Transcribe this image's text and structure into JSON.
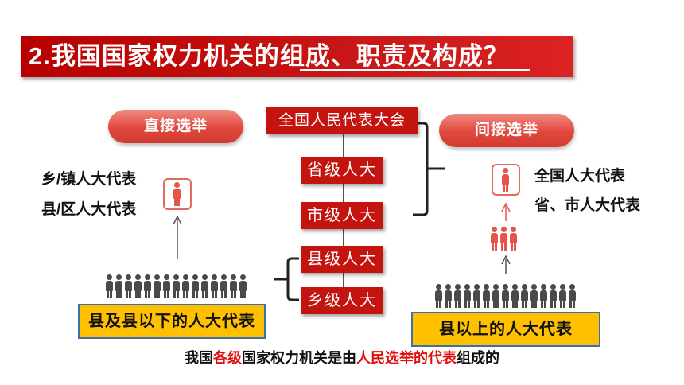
{
  "title": "2.我国国家权力机关的组成、职责及构成？",
  "direct_election": {
    "label": "直接选举",
    "reps": [
      "乡/镇人大代表",
      "县/区人大代表"
    ],
    "box_label": "县及县以下的人大代表",
    "person_icon": "person-icon",
    "crowd_icon": "crowd-icon",
    "arrow_icon": "arrow-up-icon"
  },
  "indirect_election": {
    "label": "间接选举",
    "reps": [
      "全国人大代表",
      "省、市人大代表"
    ],
    "box_label": "县以上的人大代表",
    "person_icon": "person-icon",
    "group_icon": "group-icon",
    "crowd_icon": "crowd-icon",
    "arrow_icon": "arrow-up-icon"
  },
  "hierarchy": [
    "全国人民代表大会",
    "省级人大",
    "市级人大",
    "县级人大",
    "乡级人大"
  ],
  "footer": {
    "prefix": "我国",
    "highlight1": "各级",
    "middle": "国家权力机关是由",
    "highlight2": "人民选举的代表",
    "suffix": "组成的"
  },
  "colors": {
    "banner_red": "#c00000",
    "box_red": "#c4140f",
    "pill_red": "#e0483e",
    "yellow": "#ffc000",
    "highlight": "#e01010"
  }
}
